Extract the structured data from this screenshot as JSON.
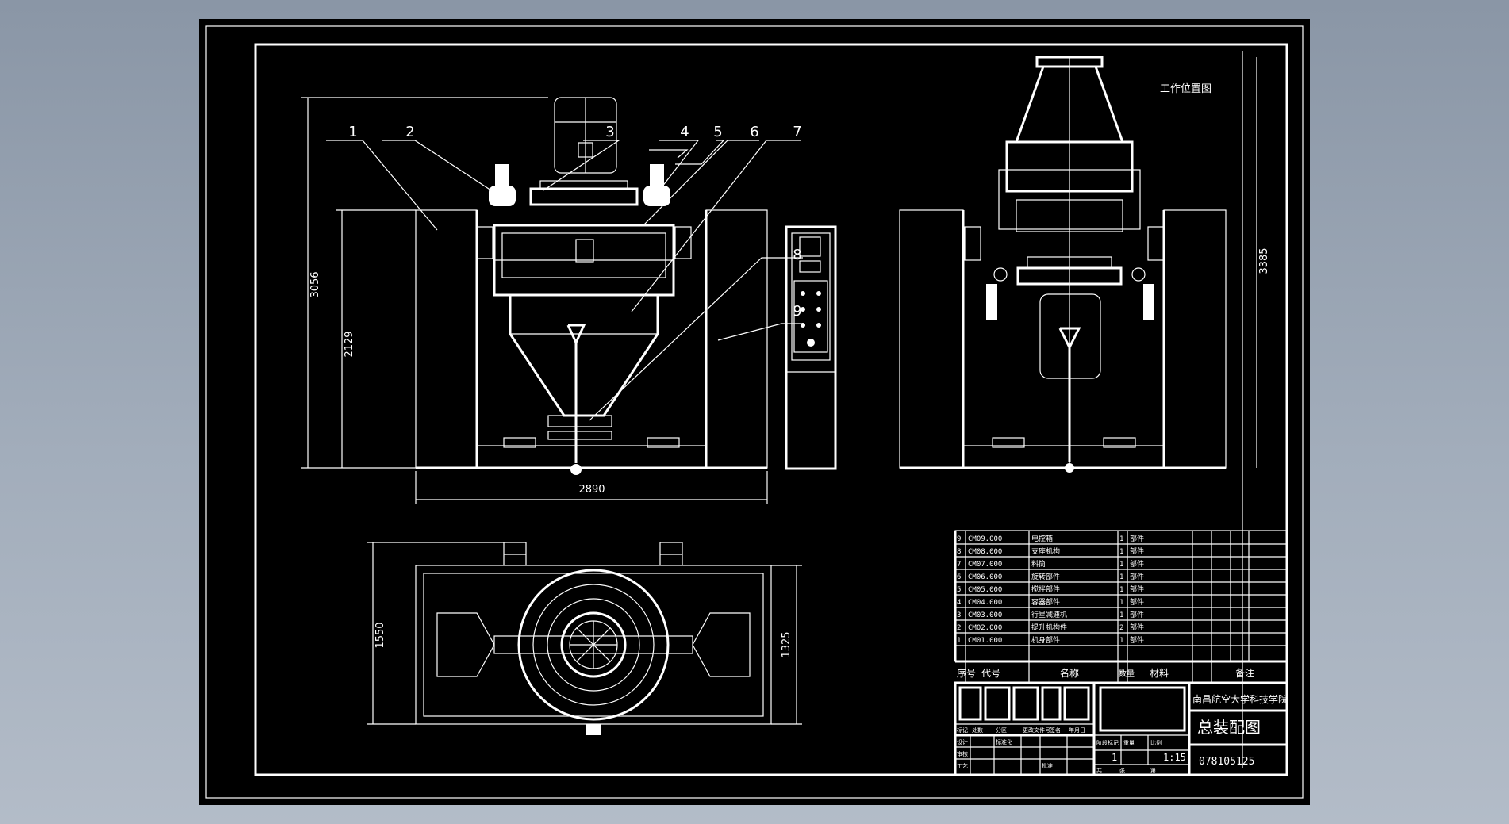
{
  "drawing": {
    "title_cn": "总装配图",
    "working_position_label": "工作位置图",
    "institution": "南昌航空大学科技学院",
    "drawing_number": "078105125",
    "scale": "1:15",
    "sheet_count": "1",
    "balloons": [
      "1",
      "2",
      "3",
      "4",
      "5",
      "6",
      "7",
      "8",
      "9"
    ],
    "dimensions": {
      "overall_height": "3056",
      "frame_height": "2129",
      "base_width": "2890",
      "side_height": "3385",
      "plan_depth": "1550",
      "plan_inner": "1325"
    }
  },
  "bom": {
    "headers": [
      "序号",
      "代号",
      "名称",
      "数量",
      "材料",
      "备注"
    ],
    "rows": [
      {
        "no": "9",
        "code": "CM09.000",
        "name": "电控箱",
        "qty": "1",
        "mat": "部件"
      },
      {
        "no": "8",
        "code": "CM08.000",
        "name": "支座机构",
        "qty": "1",
        "mat": "部件"
      },
      {
        "no": "7",
        "code": "CM07.000",
        "name": "料筒",
        "qty": "1",
        "mat": "部件"
      },
      {
        "no": "6",
        "code": "CM06.000",
        "name": "旋转部件",
        "qty": "1",
        "mat": "部件"
      },
      {
        "no": "5",
        "code": "CM05.000",
        "name": "搅拌部件",
        "qty": "1",
        "mat": "部件"
      },
      {
        "no": "4",
        "code": "CM04.000",
        "name": "容器部件",
        "qty": "1",
        "mat": "部件"
      },
      {
        "no": "3",
        "code": "CM03.000",
        "name": "行星减速机",
        "qty": "1",
        "mat": "部件"
      },
      {
        "no": "2",
        "code": "CM02.000",
        "name": "提升机构件",
        "qty": "2",
        "mat": "部件"
      },
      {
        "no": "1",
        "code": "CM01.000",
        "name": "机身部件",
        "qty": "1",
        "mat": "部件"
      }
    ]
  },
  "title_block": {
    "small_labels": [
      "标记",
      "处数",
      "分区",
      "更改文件号",
      "签名",
      "年月日",
      "设计",
      "标准化",
      "审核",
      "工艺",
      "批准",
      "阶段标记",
      "重量",
      "比例",
      "共",
      "张",
      "第"
    ]
  }
}
